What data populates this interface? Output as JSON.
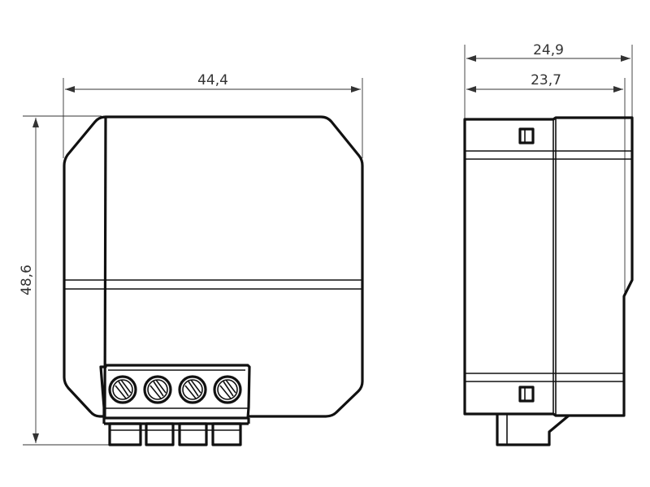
{
  "colors": {
    "line": "#111111",
    "dimension": "#333333",
    "background": "#ffffff"
  },
  "front_view": {
    "width_label": "44,4",
    "height_label": "48,6",
    "terminal_count": 4
  },
  "side_view": {
    "overall_depth_label": "24,9",
    "body_depth_label": "23,7"
  }
}
